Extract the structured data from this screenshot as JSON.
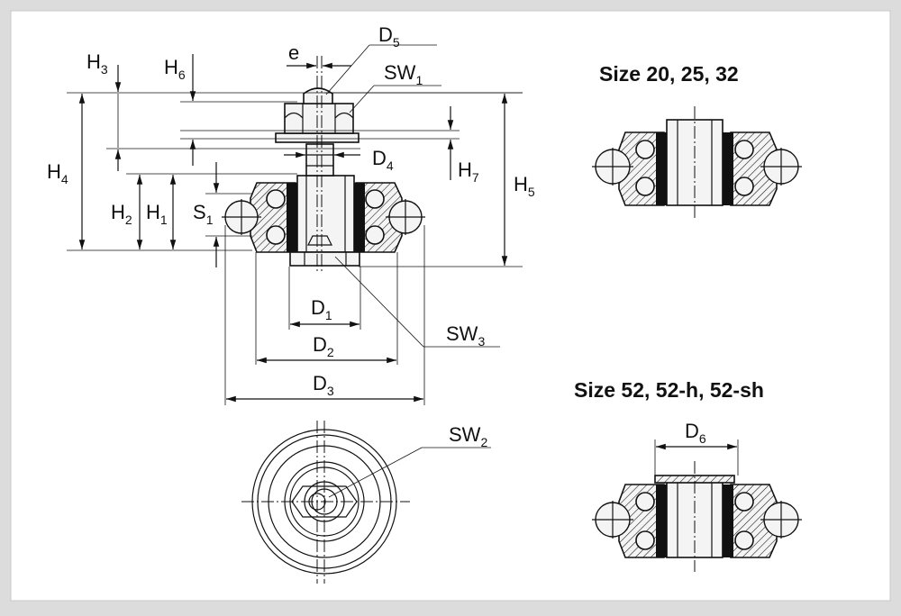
{
  "diagram": {
    "titles": {
      "size_small": "Size 20, 25, 32",
      "size_large": "Size 52, 52-h, 52-sh"
    },
    "labels": {
      "D1": {
        "main": "D",
        "sub": "1"
      },
      "D2": {
        "main": "D",
        "sub": "2"
      },
      "D3": {
        "main": "D",
        "sub": "3"
      },
      "D4": {
        "main": "D",
        "sub": "4"
      },
      "D5": {
        "main": "D",
        "sub": "5"
      },
      "D6": {
        "main": "D",
        "sub": "6"
      },
      "H1": {
        "main": "H",
        "sub": "1"
      },
      "H2": {
        "main": "H",
        "sub": "2"
      },
      "H3": {
        "main": "H",
        "sub": "3"
      },
      "H4": {
        "main": "H",
        "sub": "4"
      },
      "H5": {
        "main": "H",
        "sub": "5"
      },
      "H6": {
        "main": "H",
        "sub": "6"
      },
      "H7": {
        "main": "H",
        "sub": "7"
      },
      "S1": {
        "main": "S",
        "sub": "1"
      },
      "SW1": {
        "main": "SW",
        "sub": "1"
      },
      "SW2": {
        "main": "SW",
        "sub": "2"
      },
      "SW3": {
        "main": "SW",
        "sub": "3"
      },
      "e": {
        "main": "e",
        "sub": ""
      }
    }
  }
}
